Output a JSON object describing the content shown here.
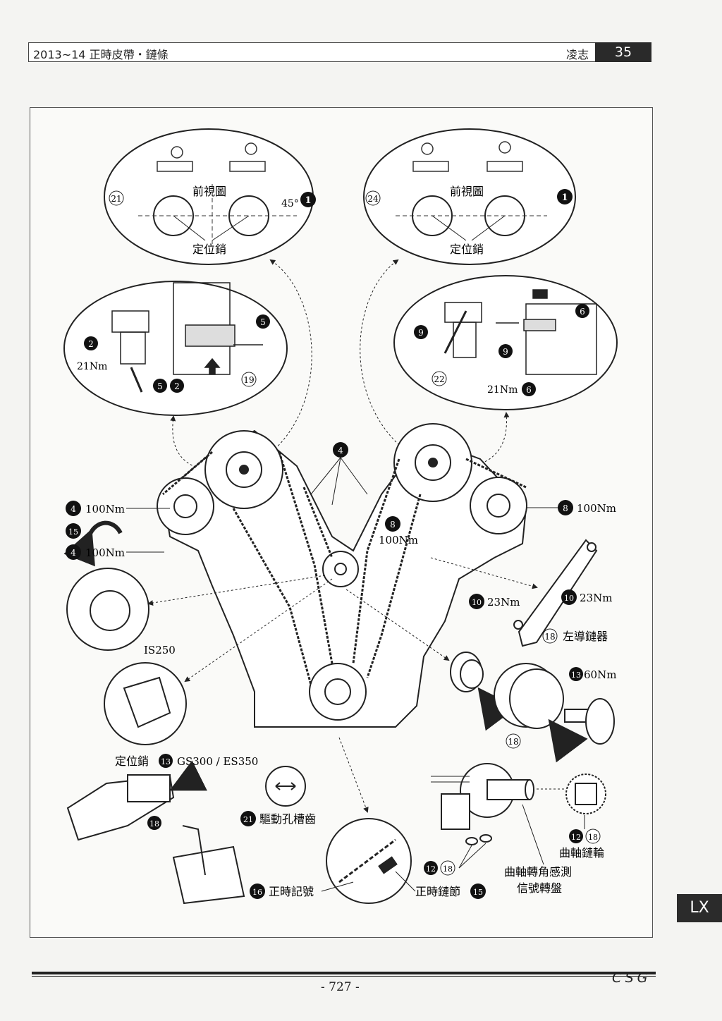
{
  "header": {
    "title": "2013~14 正時皮帶・鏈條",
    "brand": "凌志",
    "page_box": "35"
  },
  "diagram": {
    "front_view": "前視圖",
    "locating_pin": "定位銷",
    "angle": "45°",
    "torque_21": "21Nm",
    "torque_100": "100Nm",
    "torque_23": "23Nm",
    "torque_60": "60Nm",
    "is250": "IS250",
    "gs_es": "GS300 / ES350",
    "left_guide": "左導鏈器",
    "drive_slot_gear": "驅動孔槽齒",
    "timing_mark": "正時記號",
    "timing_link": "正時鏈節",
    "crank_sprocket": "曲軸鏈輪",
    "crank_sensor_line1": "曲軸轉角感測",
    "crank_sensor_line2": "信號轉盤",
    "n1": "1",
    "n2": "2",
    "n4": "4",
    "n5": "5",
    "n6": "6",
    "n8": "8",
    "n9": "9",
    "n10": "10",
    "n12": "12",
    "n13": "13",
    "n15": "15",
    "n16": "16",
    "n18": "18",
    "n19": "19",
    "n21": "21",
    "n22": "22",
    "n24": "24"
  },
  "side_tab": "LX",
  "footer": {
    "page_number": "- 727 -",
    "publisher": "CSG"
  }
}
